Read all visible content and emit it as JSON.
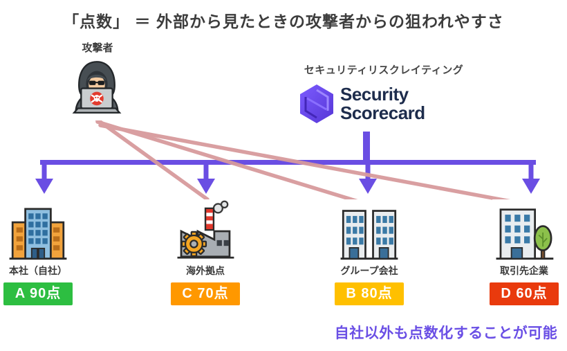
{
  "title": "「点数」 ＝ 外部から見たときの攻撃者からの狙われやすさ",
  "attacker": {
    "label": "攻撃者"
  },
  "rating": {
    "label": "セキュリティリスクレイティング",
    "logo_line1": "Security",
    "logo_line2": "Scorecard"
  },
  "entities": [
    {
      "name": "本社（自社）",
      "score": "A 90点",
      "color": "#2dbe41",
      "icon": "office-building-icon"
    },
    {
      "name": "海外拠点",
      "score": "C 70点",
      "color": "#ff9800",
      "icon": "factory-icon"
    },
    {
      "name": "グループ会社",
      "score": "B 80点",
      "color": "#ffc000",
      "icon": "twin-buildings-icon"
    },
    {
      "name": "取引先企業",
      "score": "D 60点",
      "color": "#e93a0d",
      "icon": "building-tree-icon"
    }
  ],
  "note": "自社以外も点数化することが可能",
  "colors": {
    "arrow_purple": "#6a4ee3",
    "attack_line_pink": "#d79a9c",
    "logo_navy": "#1d2c4c",
    "logo_purple": "#6c4cf0",
    "grade_a_green": "#2dbe41",
    "grade_c_orange": "#ff9800",
    "grade_b_amber": "#ffc000",
    "grade_d_red": "#e93a0d",
    "note_purple": "#6a4fe5"
  }
}
